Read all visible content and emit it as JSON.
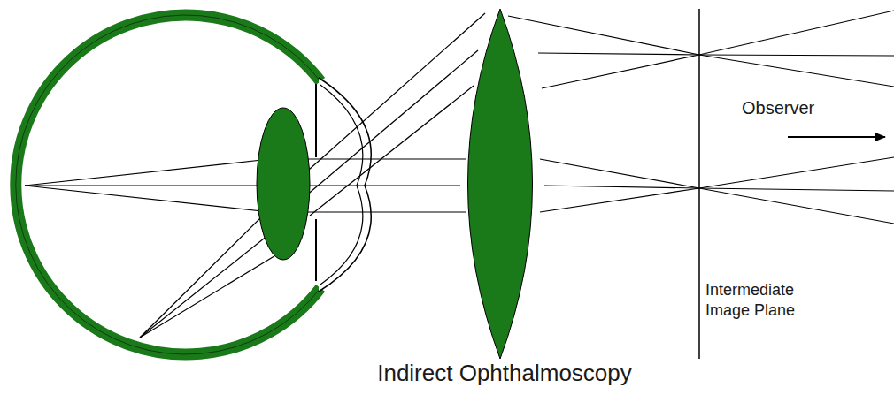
{
  "diagram": {
    "caption": "Indirect Ophthalmoscopy",
    "labels": [
      "Intermediate Image Plane",
      "Observer"
    ]
  }
}
